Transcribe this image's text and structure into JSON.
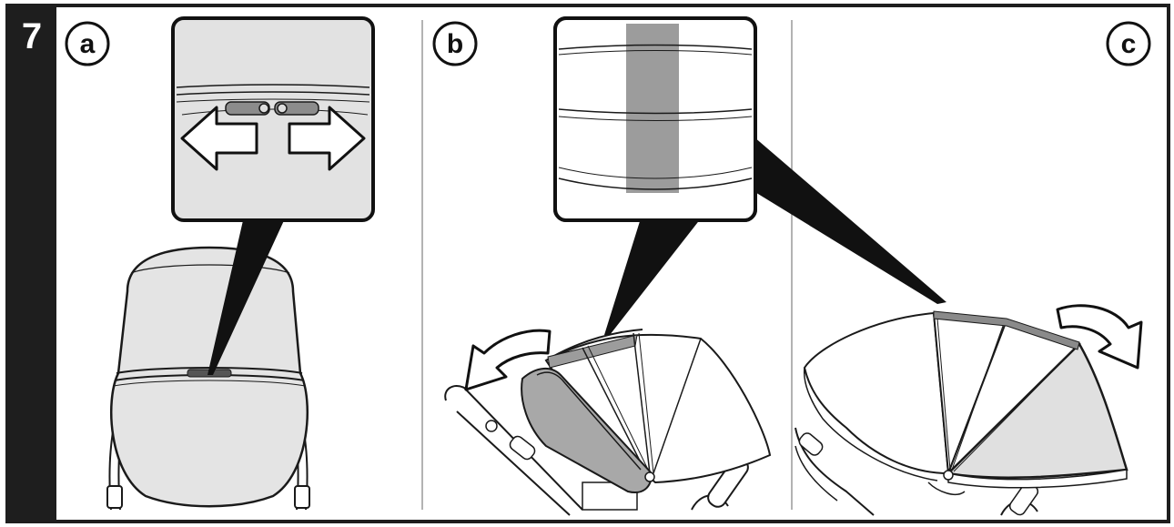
{
  "step": {
    "number": "7"
  },
  "panels": [
    {
      "label": "a"
    },
    {
      "label": "b"
    },
    {
      "label": "c"
    }
  ],
  "colors": {
    "frame": "#1e1e1e",
    "step_bar": "#1e1e1e",
    "canopy_fill": "#e4e4e4",
    "inset_fill": "#e2e2e2",
    "highlight_strip": "#9c9c9c",
    "outline": "#1a1a1a",
    "divider": "#9a9a9a"
  },
  "icons": [
    "arrow-left-icon",
    "arrow-right-icon",
    "rotate-counterclockwise-arrow-icon",
    "rotate-clockwise-arrow-icon"
  ]
}
